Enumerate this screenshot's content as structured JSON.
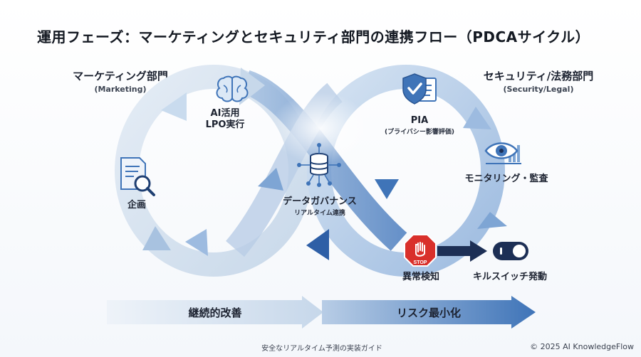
{
  "title": "運用フェーズ：マーケティングとセキュリティ部門の連携フロー（PDCAサイクル）",
  "left_section": {
    "name": "マーケティング部門",
    "sub": "(Marketing)"
  },
  "right_section": {
    "name": "セキュリティ/法務部門",
    "sub": "(Security/Legal)"
  },
  "nodes": {
    "ai": {
      "line1": "AI活用",
      "line2": "LPO実行",
      "icon": "brain-icon"
    },
    "plan": {
      "label": "企画",
      "icon": "document-search-icon"
    },
    "pia": {
      "label": "PIA",
      "sub": "(プライバシー影響評価)",
      "icon": "shield-checklist-icon"
    },
    "monitor": {
      "label": "モニタリング・監査",
      "icon": "eye-chart-icon"
    },
    "governance": {
      "label": "データガバナンス",
      "sub": "リアルタイム連携",
      "icon": "database-network-icon"
    },
    "anomaly": {
      "label": "異常検知",
      "icon": "stop-sign-icon",
      "stop_text": "STOP"
    },
    "killswitch": {
      "label": "キルスイッチ発動",
      "icon": "toggle-switch-icon"
    }
  },
  "banners": {
    "left": "継続的改善",
    "right": "リスク最小化"
  },
  "footer": {
    "guide": "安全なリアルタイム予測の実装ガイド",
    "copyright": "© 2025 AI KnowledgeFlow"
  },
  "colors": {
    "loop_light": "#d6e3f0",
    "loop_mid": "#8fb1d8",
    "loop_dark": "#3f74b8",
    "navy": "#1d2f55",
    "stop_red": "#d9302b"
  }
}
